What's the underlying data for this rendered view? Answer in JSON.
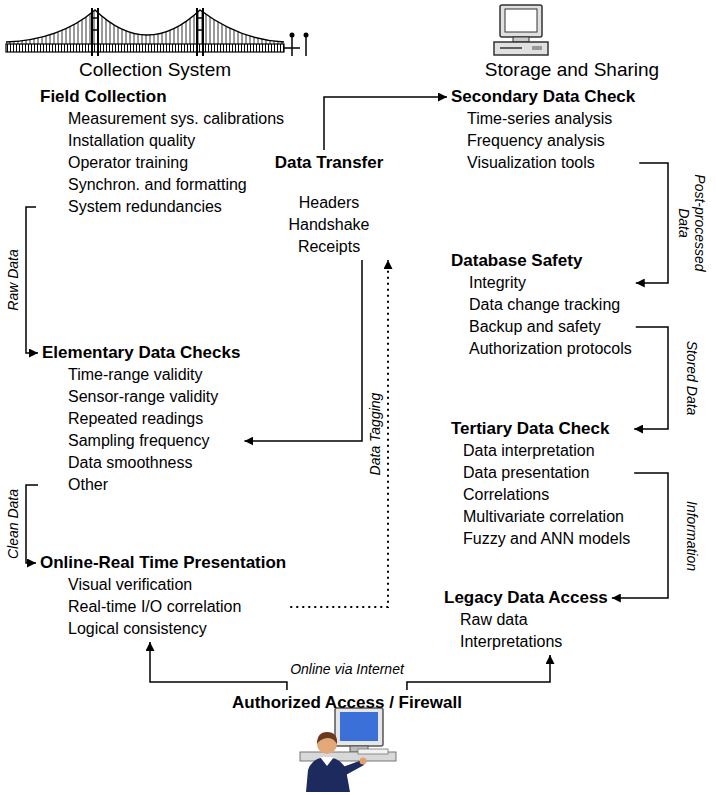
{
  "diagram": {
    "nodes": [
      {
        "text": [
          "Field Collection",
          "Measurement sys. calibrations",
          "Installation quality",
          "Operator training",
          "Synchron. and formatting",
          "System redundancies"
        ]
      },
      {
        "text": [
          "Data Transfer",
          "Headers",
          "Handshake",
          "Receipts"
        ]
      },
      {
        "text": [
          "Elementary Data Checks",
          "Time-range validity",
          "Sensor-range validity",
          "Repeated readings",
          "Sampling frequency",
          "Data smoothness",
          "Other"
        ]
      },
      {
        "text": [
          "Online-Real Time Presentation",
          "Visual verification",
          "Real-time I/O correlation",
          "Logical consistency"
        ]
      },
      {
        "text": [
          "Secondary Data Check",
          "Time-series analysis",
          "Frequency analysis",
          "Visualization tools"
        ]
      },
      {
        "text": [
          "Database Safety",
          "Integrity",
          "Data change tracking",
          "Backup and safety",
          "Authorization protocols"
        ]
      },
      {
        "text": [
          "Tertiary Data Check",
          "Data interpretation",
          "Data presentation",
          "Correlations",
          "Multivariate correlation",
          "Fuzzy and ANN models"
        ]
      },
      {
        "text": [
          "Legacy Data Access",
          "Raw data",
          "Interpretations"
        ]
      },
      {
        "text": [
          "Authorized Access / Firewall"
        ]
      }
    ],
    "edges": [
      {
        "from": 0,
        "to": 2,
        "arrow": "to",
        "label": "Raw Data"
      },
      {
        "from": 2,
        "to": 3,
        "arrow": "to",
        "label": "Clean Data"
      },
      {
        "from": 1,
        "to": 4,
        "arrow": "to"
      },
      {
        "from": 1,
        "to": 2,
        "arrow": "to"
      },
      {
        "from": 3,
        "to": 1,
        "arrow": "to",
        "label": "Data Tagging"
      },
      {
        "from": 4,
        "to": 5,
        "arrow": "to",
        "label": "Post-processed Data"
      },
      {
        "from": 5,
        "to": 6,
        "arrow": "to",
        "label": "Stored Data"
      },
      {
        "from": 6,
        "to": 7,
        "arrow": "to",
        "label": "Information"
      },
      {
        "from": 8,
        "to": 3,
        "arrow": "to",
        "label": "Online via Internet"
      },
      {
        "from": 8,
        "to": 7,
        "arrow": "to"
      }
    ],
    "labels": [
      "Collection System",
      "Storage and Sharing"
    ]
  }
}
